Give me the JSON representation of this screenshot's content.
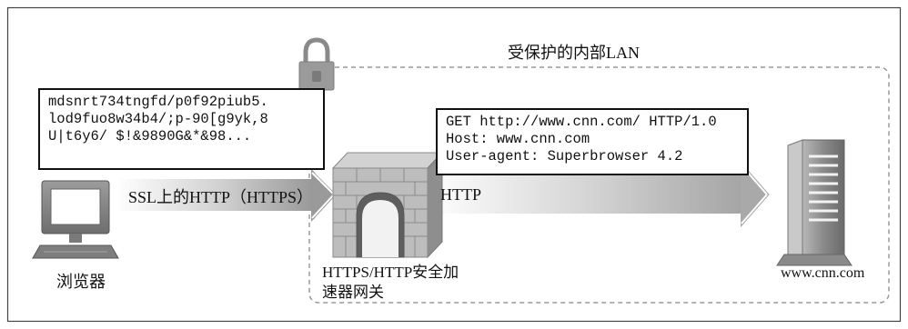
{
  "lan_title": "受保护的内部LAN",
  "encrypted_text": {
    "line1": "mdsnrt734tngfd/p0f92piub5.",
    "line2": "lod9fuo8w34b4/;p-90[g9yk,8",
    "line3": "U|t6y6/ $!&9890G&*&98..."
  },
  "http_request": {
    "line1": "GET http://www.cnn.com/ HTTP/1.0",
    "line2": "Host: www.cnn.com",
    "line3": "User-agent: Superbrowser 4.2"
  },
  "ssl_arrow_label": "SSL上的HTTP（HTTPS）",
  "http_arrow_label": "HTTP",
  "browser_label": "浏览器",
  "gateway_label": "HTTPS/HTTP安全加速器网关",
  "server_label": "www.cnn.com",
  "icons": [
    "lock-icon",
    "computer-icon",
    "gateway-gate-icon",
    "server-icon"
  ]
}
